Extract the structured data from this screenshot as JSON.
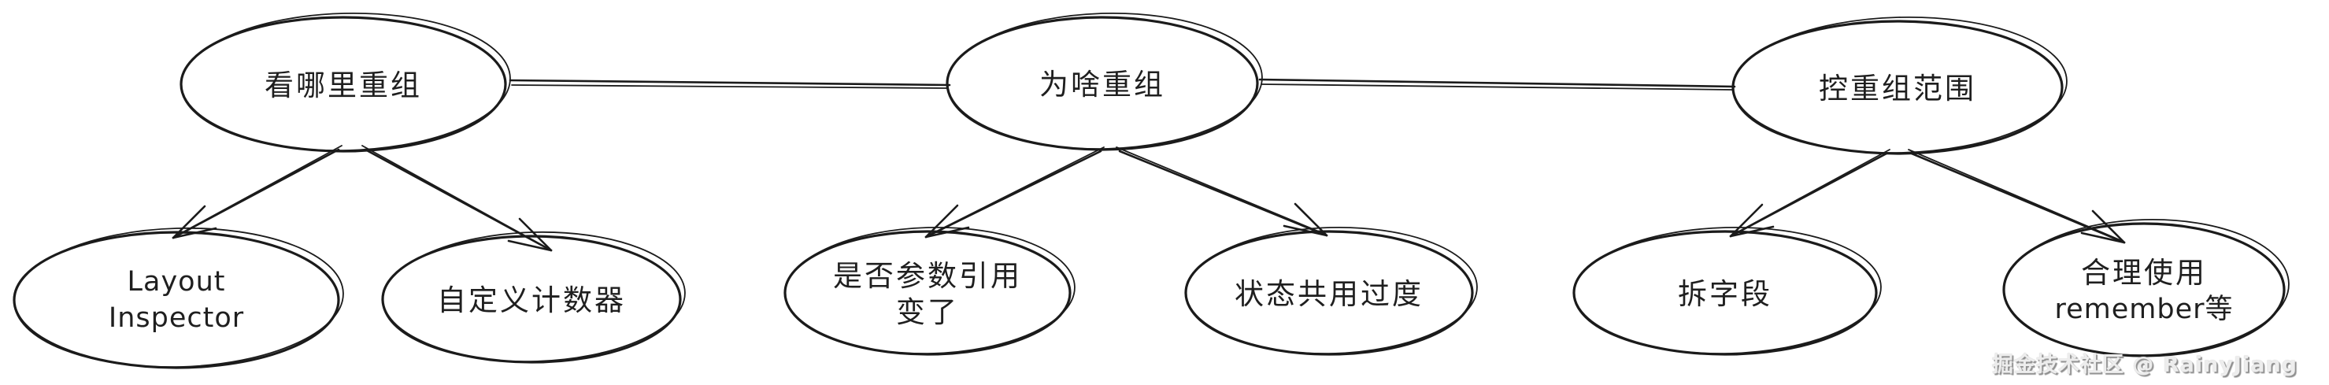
{
  "diagram": {
    "title_hint": "Compose recomposition mind map",
    "ink_color": "#1b1b1b",
    "background_color": "#ffffff",
    "nodes": {
      "where": {
        "label": "看哪里重组"
      },
      "why": {
        "label": "为啥重组"
      },
      "scope": {
        "label": "控重组范围"
      },
      "layout_inspector": {
        "lines": [
          "Layout",
          "Inspector"
        ],
        "full_label": "Layout Inspector"
      },
      "custom_counter": {
        "label": "自定义计数器"
      },
      "param_ref": {
        "lines": [
          "是否参数引用",
          "变了"
        ],
        "full_label": "是否参数引用变了"
      },
      "state_overshare": {
        "label": "状态共用过度"
      },
      "split_field": {
        "label": "拆字段"
      },
      "use_remember": {
        "lines": [
          "合理使用",
          "remember等"
        ],
        "full_label": "合理使用remember等"
      }
    },
    "edges": [
      {
        "from": "看哪里重组",
        "to": "为啥重组",
        "style": "double-line"
      },
      {
        "from": "为啥重组",
        "to": "控重组范围",
        "style": "double-line"
      },
      {
        "from": "看哪里重组",
        "to": "Layout Inspector",
        "style": "arrow"
      },
      {
        "from": "看哪里重组",
        "to": "自定义计数器",
        "style": "arrow"
      },
      {
        "from": "为啥重组",
        "to": "是否参数引用变了",
        "style": "arrow"
      },
      {
        "from": "为啥重组",
        "to": "状态共用过度",
        "style": "arrow"
      },
      {
        "from": "控重组范围",
        "to": "拆字段",
        "style": "arrow"
      },
      {
        "from": "控重组范围",
        "to": "合理使用remember等",
        "style": "arrow"
      }
    ]
  },
  "watermark": {
    "text": "掘金技术社区 @ RainyJiang",
    "color": "#ededed",
    "shadow_color": "#8f8f8f"
  }
}
